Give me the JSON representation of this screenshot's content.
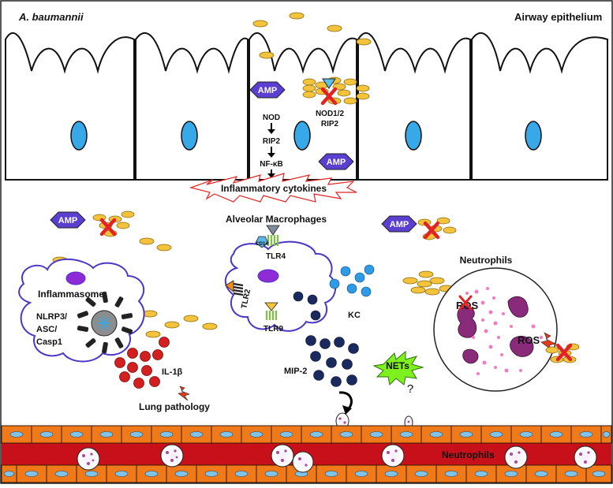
{
  "labels": {
    "bacterium": "A. baumannii",
    "epithelium": "Airway epithelium",
    "amp": "AMP",
    "nod": "NOD",
    "rip2": "RIP2",
    "nfkb": "NF-κB",
    "nod12": "NOD1/2",
    "rip2_right": "RIP2",
    "cytokines": "Inflammatory cytokines",
    "alveolar_macrophages": "Alveolar Macrophages",
    "cd14": "CD14",
    "tlr4": "TLR4",
    "tlr2": "TLR2",
    "tlr9": "TLR9",
    "kc": "KC",
    "mip2": "MIP-2",
    "inflammasome": "Inflammasome",
    "nlrp3": "NLRP3/",
    "asc": "ASC/",
    "casp1": "Casp1",
    "il1b": "IL-1β",
    "lung_pathology": "Lung pathology",
    "neutrophils_top": "Neutrophils",
    "ros_inner": "ROS",
    "ros": "ROS",
    "nets": "NETs",
    "question": "?",
    "neutrophils_vessel": "Neutrophils"
  },
  "colors": {
    "amp": "#5b3fd0",
    "bacterium": "#f3c33b",
    "nucleus_epi": "#37a9e8",
    "macrophage_border": "#4a37c8",
    "macrophage_nucleus": "#8e2ad6",
    "il1b": "#d21f1f",
    "mip2": "#1a2a5e",
    "kc": "#2f9ae6",
    "blood": "#c7101a",
    "endothelium": "#f07a1a",
    "endo_nucleus": "#7fc3ea",
    "nets": "#7df01e",
    "block_x": "#e32323",
    "tlr_green": "#7cc243",
    "tlr_orange": "#ef8d1f"
  }
}
